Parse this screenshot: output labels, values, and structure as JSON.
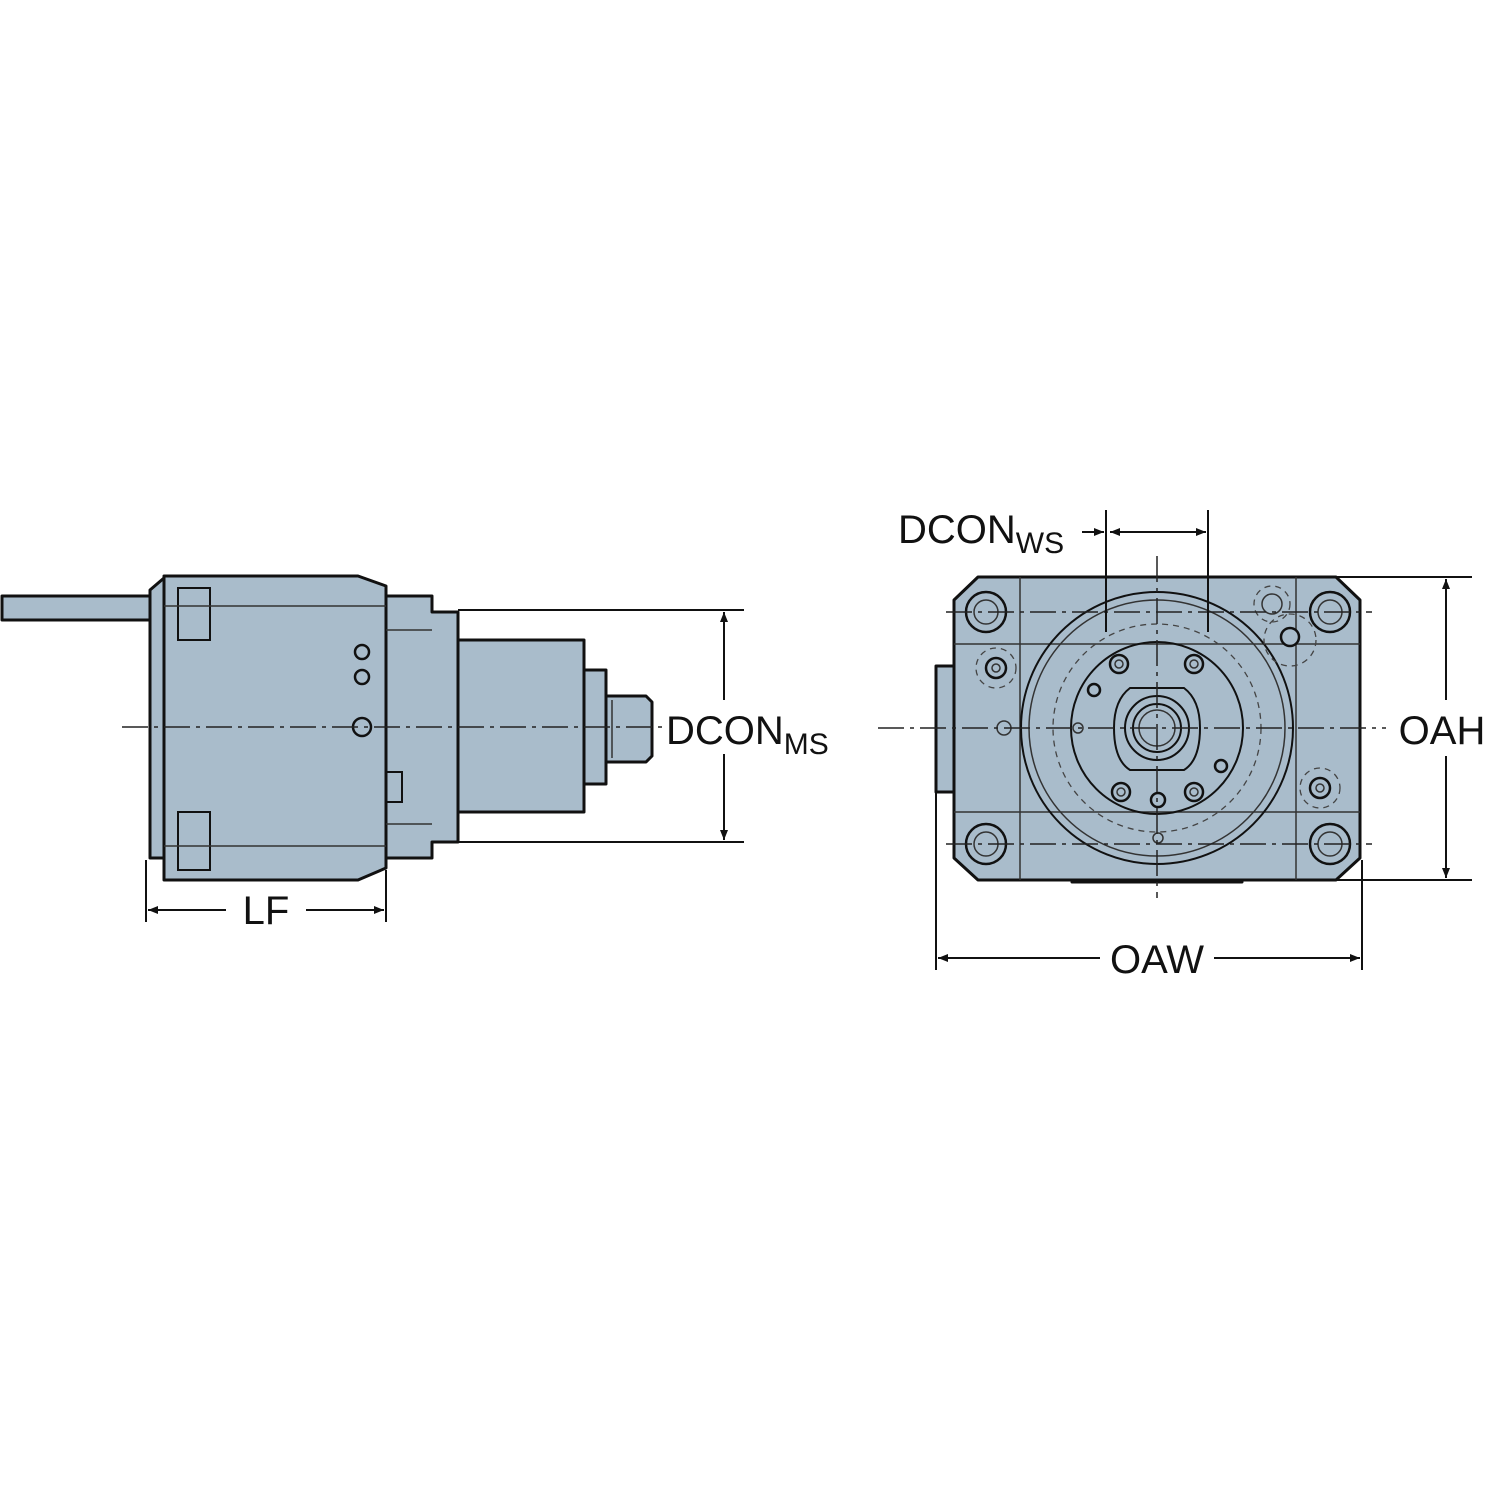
{
  "dimensions": {
    "lf": "LF",
    "dcon_ms": {
      "main": "DCON",
      "sub": "MS"
    },
    "dcon_ws": {
      "main": "DCON",
      "sub": "WS"
    },
    "oah": "OAH",
    "oaw": "OAW"
  },
  "colors": {
    "body": "#a9bccb",
    "outline": "#111111",
    "background": "#ffffff"
  }
}
